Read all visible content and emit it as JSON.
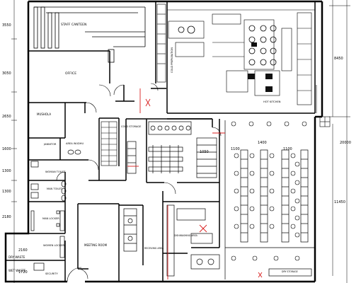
{
  "rooms": {
    "staff_canteen": "STAFF CANTEEN",
    "office": "OFFICE",
    "mushola": "MUSHOLA",
    "janitor": "JANNITOR",
    "area_wudhu": "AREA WUDHU",
    "woman_toilet": "WOMAN TOILET",
    "man_toilet": "MAN TOILET",
    "man_locker": "MAN LOCKER",
    "woman_locker": "WOMEN LOCKER",
    "security": "SECURITY",
    "dry_waste": "DRY WASTE",
    "wet_waste": "WET WASTE",
    "meeting_room": "MEETING ROOM",
    "receiving_area": "RECEIVING AREA",
    "dishwashing_area": "DISHWASHING AREA",
    "cold_storage": "COLD STORAGE",
    "cold_preparation": "COLD PREPARATION",
    "hot_kitchen": "HOT KITCHEN",
    "dry_storage": "DRY STORAGE"
  },
  "dimensions": {
    "left": [
      "3550",
      "3050",
      "2650",
      "1600",
      "1300",
      "1300",
      "2180",
      "2160",
      "1720"
    ],
    "right": [
      "8450",
      "20000",
      "11450"
    ],
    "inner": [
      "1100",
      "1400",
      "1100",
      "1050"
    ]
  }
}
